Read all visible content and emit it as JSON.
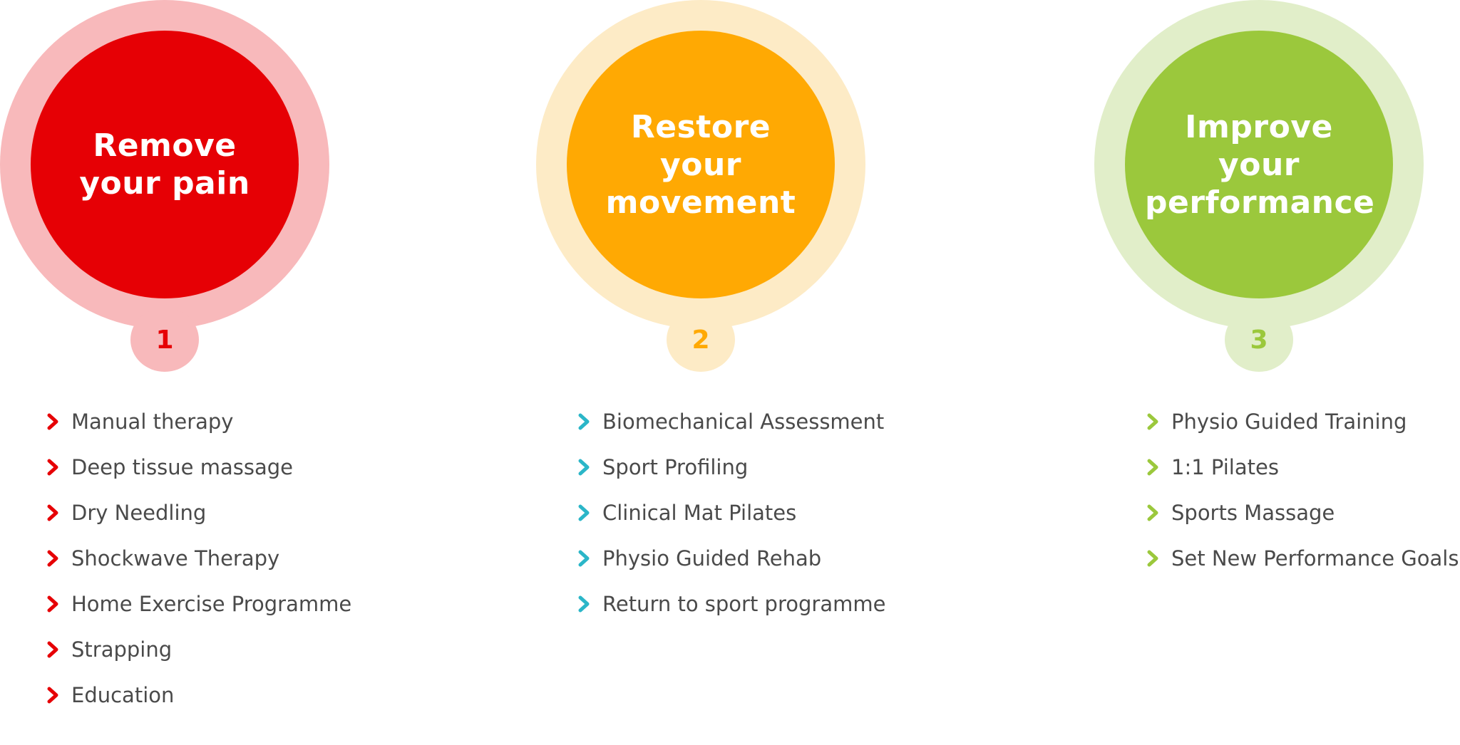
{
  "colors": {
    "red": "#e60005",
    "red_light": "#f8b9bb",
    "orange": "#ffa903",
    "orange_light": "#fdebc6",
    "green": "#9bc83c",
    "green_light": "#e1eec9",
    "teal_chevron": "#2bb6c8",
    "text": "#4a4a4a"
  },
  "columns": [
    {
      "title_line1": "Remove",
      "title_line2": "your pain",
      "number": "1",
      "chevron_icon": "chevron-right-icon",
      "items": [
        "Manual therapy",
        "Deep tissue massage",
        "Dry Needling",
        "Shockwave Therapy",
        "Home Exercise Programme",
        "Strapping",
        "Education"
      ]
    },
    {
      "title_line1": "Restore your",
      "title_line2": "movement",
      "number": "2",
      "chevron_icon": "chevron-right-icon",
      "items": [
        "Biomechanical Assessment",
        "Sport Profiling",
        "Clinical Mat Pilates",
        "Physio Guided Rehab",
        "Return to sport programme"
      ]
    },
    {
      "title_line1": "Improve your",
      "title_line2": "performance",
      "number": "3",
      "chevron_icon": "chevron-right-icon",
      "items": [
        "Physio Guided Training",
        "1:1 Pilates",
        "Sports Massage",
        "Set New Performance Goals"
      ]
    }
  ]
}
